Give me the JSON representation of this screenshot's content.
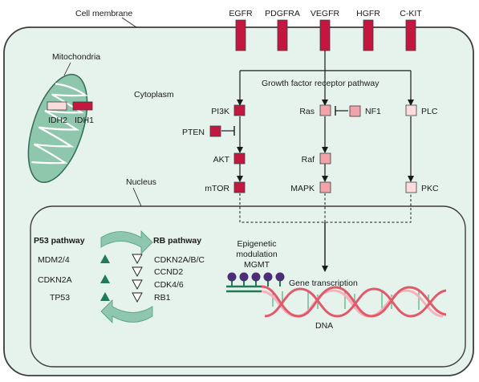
{
  "labels": {
    "cell_membrane": "Cell membrane",
    "mitochondria": "Mitochondria",
    "cytoplasm": "Cytoplasm",
    "nucleus": "Nucleus",
    "growth_factor_pathway": "Growth factor receptor pathway",
    "dna": "DNA",
    "gene_transcription": "Gene transcription",
    "epigenetic_line1": "Epigenetic",
    "epigenetic_line2": "modulation",
    "epigenetic_line3": "MGMT"
  },
  "receptors": [
    "EGFR",
    "PDGFRA",
    "VEGFR",
    "HGFR",
    "C-KIT"
  ],
  "mitochondria_genes": [
    "IDH2",
    "IDH1"
  ],
  "pathway_nodes": {
    "pi3k": "PI3K",
    "pten": "PTEN",
    "akt": "AKT",
    "mtor": "mTOR",
    "ras": "Ras",
    "nf1": "NF1",
    "raf": "Raf",
    "mapk": "MAPK",
    "plc": "PLC",
    "pkc": "PKC"
  },
  "p53_pathway": {
    "title": "P53 pathway",
    "genes": [
      "MDM2/4",
      "CDKN2A",
      "TP53"
    ]
  },
  "rb_pathway": {
    "title": "RB pathway",
    "genes": [
      "CDKN2A/B/C",
      "CCND2",
      "CDK4/6",
      "RB1"
    ]
  },
  "colors": {
    "cell_fill": "#e6f2ec",
    "cell_stroke": "#3d3d3d",
    "mito_fill": "#8fc7ad",
    "dark_red": "#c3173f",
    "light_red": "#f0a4a9",
    "pale_pink": "#fbdcdc",
    "teal": "#1f7a55",
    "cycle_arrow": "#8ec6b0",
    "dna_red": "#e05a6a",
    "dna_pink": "#f4b2ba",
    "dna_green": "#5eb08b",
    "methyl": "#4b2f74"
  }
}
